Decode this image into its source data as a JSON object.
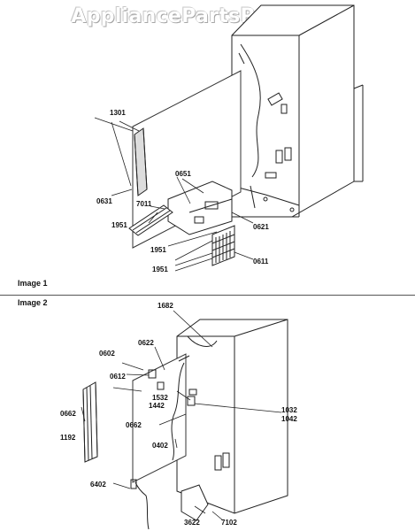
{
  "watermark": "AppliancePartsPros.com",
  "sections": [
    {
      "label": "Image 1"
    },
    {
      "label": "Image 2"
    }
  ],
  "image1_labels": [
    "1301",
    "0631",
    "7011",
    "0651",
    "1951",
    "0621",
    "1951",
    "1951",
    "0611"
  ],
  "image2_labels": [
    "1682",
    "0622",
    "0602",
    "0612",
    "1532",
    "1442",
    "1032",
    "1042",
    "0662",
    "0662",
    "1192",
    "0402",
    "6402",
    "3622",
    "7102"
  ]
}
